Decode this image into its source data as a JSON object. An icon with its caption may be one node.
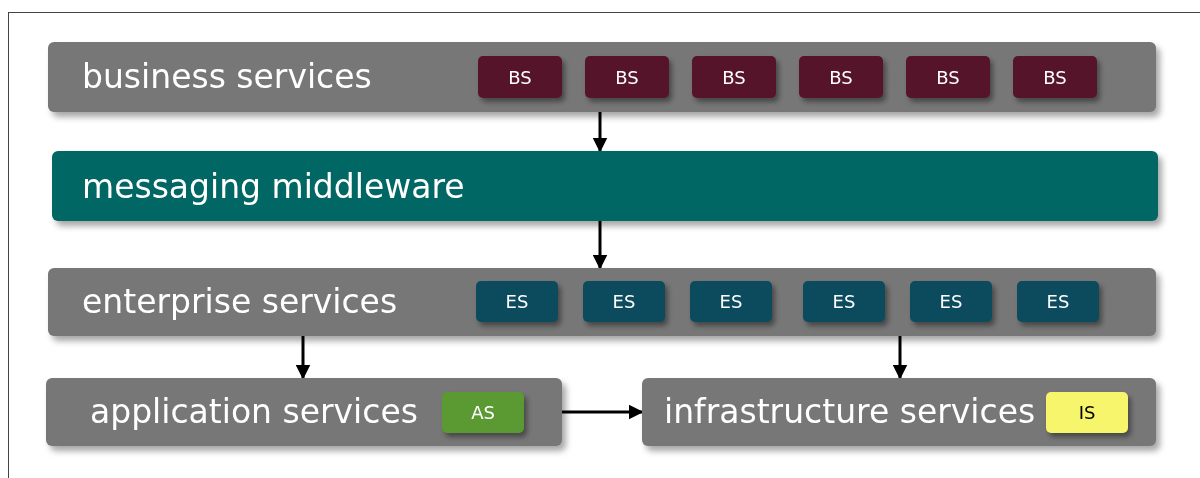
{
  "diagram": {
    "nodes": [
      {
        "text": [
          "business services"
        ]
      },
      {
        "text": [
          "BS"
        ],
        "in": 0
      },
      {
        "text": [
          "BS"
        ],
        "in": 0
      },
      {
        "text": [
          "BS"
        ],
        "in": 0
      },
      {
        "text": [
          "BS"
        ],
        "in": 0
      },
      {
        "text": [
          "BS"
        ],
        "in": 0
      },
      {
        "text": [
          "BS"
        ],
        "in": 0
      },
      {
        "text": [
          "messaging middleware"
        ]
      },
      {
        "text": [
          "enterprise services"
        ]
      },
      {
        "text": [
          "ES"
        ],
        "in": 8
      },
      {
        "text": [
          "ES"
        ],
        "in": 8
      },
      {
        "text": [
          "ES"
        ],
        "in": 8
      },
      {
        "text": [
          "ES"
        ],
        "in": 8
      },
      {
        "text": [
          "ES"
        ],
        "in": 8
      },
      {
        "text": [
          "ES"
        ],
        "in": 8
      },
      {
        "text": [
          "application services"
        ]
      },
      {
        "text": [
          "AS"
        ],
        "in": 15
      },
      {
        "text": [
          "infrastructure services"
        ]
      },
      {
        "text": [
          "IS"
        ],
        "in": 17
      }
    ],
    "edges": [
      {
        "from": 0,
        "to": 7,
        "arrow": "to"
      },
      {
        "from": 7,
        "to": 8,
        "arrow": "to"
      },
      {
        "from": 8,
        "to": 15,
        "arrow": "to"
      },
      {
        "from": 8,
        "to": 17,
        "arrow": "to"
      },
      {
        "from": 15,
        "to": 17,
        "arrow": "to"
      }
    ]
  }
}
